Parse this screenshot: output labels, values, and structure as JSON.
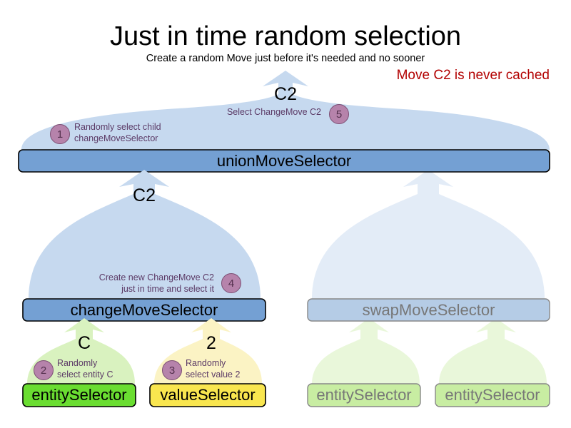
{
  "header": {
    "title": "Just in time random selection",
    "subtitle": "Create a random Move just before it's needed and no sooner",
    "warning": "Move C2 is never cached"
  },
  "colors": {
    "arrow_blue_fill": "#c6d9ef",
    "arrow_blue_faded": "#e3ecf7",
    "box_blue_fill": "#74a0d3",
    "box_blue_faded": "#b5cce6",
    "arrow_green_fill": "#d9f2bf",
    "arrow_green_faded": "#e9f7da",
    "box_green_fill": "#6add31",
    "box_green_faded": "#c8eda2",
    "arrow_yellow_fill": "#fbf3c4",
    "box_yellow_fill": "#f9e64f",
    "badge_fill": "#b683ab",
    "badge_stroke": "#7c4f74",
    "note_text": "#5b3a66",
    "warning_text": "#b20000",
    "faded_text": "#777777",
    "stroke_dark": "#000000",
    "stroke_faded": "#888888"
  },
  "nodes": {
    "union_move_selector": {
      "label": "unionMoveSelector",
      "faded": false
    },
    "change_move_selector": {
      "label": "changeMoveSelector",
      "faded": false
    },
    "swap_move_selector": {
      "label": "swapMoveSelector",
      "faded": true
    },
    "entity_selector_change": {
      "label": "entitySelector",
      "faded": false
    },
    "value_selector_change": {
      "label": "valueSelector",
      "faded": false
    },
    "entity_selector_swap_left": {
      "label": "entitySelector",
      "faded": true
    },
    "entity_selector_swap_right": {
      "label": "entitySelector",
      "faded": true
    }
  },
  "payloads": {
    "union_out": "C2",
    "change_out": "C2",
    "entity_out": "C",
    "value_out": "2"
  },
  "steps": [
    {
      "number": "1",
      "lines": [
        "Randomly select child",
        "changeMoveSelector"
      ],
      "align": "left"
    },
    {
      "number": "2",
      "lines": [
        "Randomly",
        "select entity C"
      ],
      "align": "left"
    },
    {
      "number": "3",
      "lines": [
        "Randomly",
        "select value 2"
      ],
      "align": "left"
    },
    {
      "number": "4",
      "lines": [
        "Create new ChangeMove C2",
        "just in time and select it"
      ],
      "align": "right"
    },
    {
      "number": "5",
      "lines": [
        "Select ChangeMove C2"
      ],
      "align": "right"
    }
  ]
}
